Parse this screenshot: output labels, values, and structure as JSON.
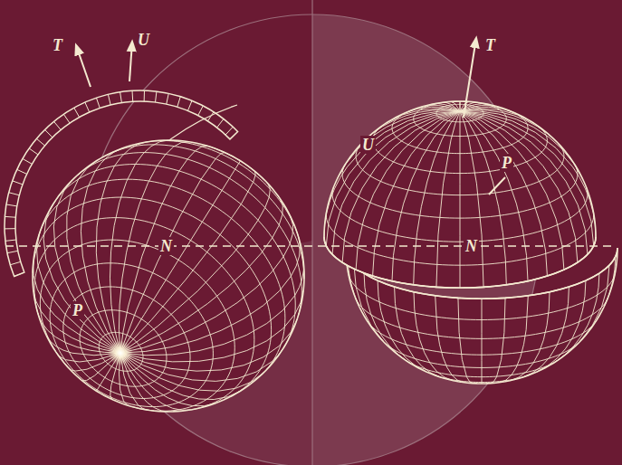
{
  "diagram": {
    "labels": [
      "T",
      "U",
      "T",
      "U",
      "P",
      "N",
      "N",
      "P"
    ]
  }
}
